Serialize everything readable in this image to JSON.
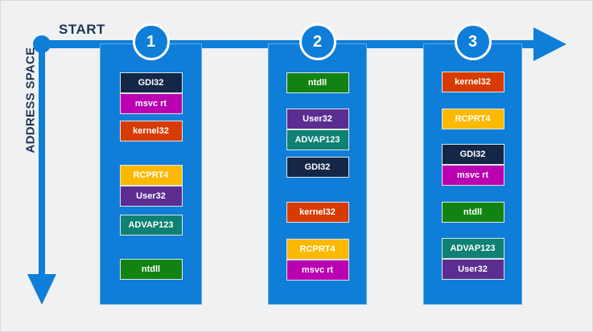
{
  "diagram": {
    "start_label": "START",
    "y_axis_label": "ADDRESS SPACE",
    "step_numbers": [
      "1",
      "2",
      "3"
    ],
    "colors": {
      "flow_blue": "#0f7ed8",
      "label_navy": "#1e3455",
      "background": "#f0f1f2",
      "box_text": "#ffffff"
    },
    "module_colors": {
      "GDI32": "#152747",
      "msvc rt": "#ba00b0",
      "kernel32": "#d83b01",
      "RCPRT4": "#fcb900",
      "User32": "#5b2d90",
      "ADVAP123": "#0e8173",
      "ntdll": "#128312"
    },
    "columns": [
      {
        "number": "1",
        "boxes": [
          {
            "label": "GDI32",
            "color": "#152747"
          },
          {
            "label": "msvc rt",
            "color": "#ba00b0"
          },
          {
            "label": "kernel32",
            "color": "#d83b01"
          },
          {
            "label": "RCPRT4",
            "color": "#fcb900"
          },
          {
            "label": "User32",
            "color": "#5b2d90"
          },
          {
            "label": "ADVAP123",
            "color": "#0e8173"
          },
          {
            "label": "ntdll",
            "color": "#128312"
          }
        ]
      },
      {
        "number": "2",
        "boxes": [
          {
            "label": "ntdll",
            "color": "#128312"
          },
          {
            "label": "User32",
            "color": "#5b2d90"
          },
          {
            "label": "ADVAP123",
            "color": "#0e8173"
          },
          {
            "label": "GDI32",
            "color": "#152747"
          },
          {
            "label": "kernel32",
            "color": "#d83b01"
          },
          {
            "label": "RCPRT4",
            "color": "#fcb900"
          },
          {
            "label": "msvc rt",
            "color": "#ba00b0"
          }
        ]
      },
      {
        "number": "3",
        "boxes": [
          {
            "label": "kernel32",
            "color": "#d83b01"
          },
          {
            "label": "RCPRT4",
            "color": "#fcb900"
          },
          {
            "label": "GDI32",
            "color": "#152747"
          },
          {
            "label": "msvc rt",
            "color": "#ba00b0"
          },
          {
            "label": "ntdll",
            "color": "#128312"
          },
          {
            "label": "ADVAP123",
            "color": "#0e8173"
          },
          {
            "label": "User32",
            "color": "#5b2d90"
          }
        ]
      }
    ]
  }
}
